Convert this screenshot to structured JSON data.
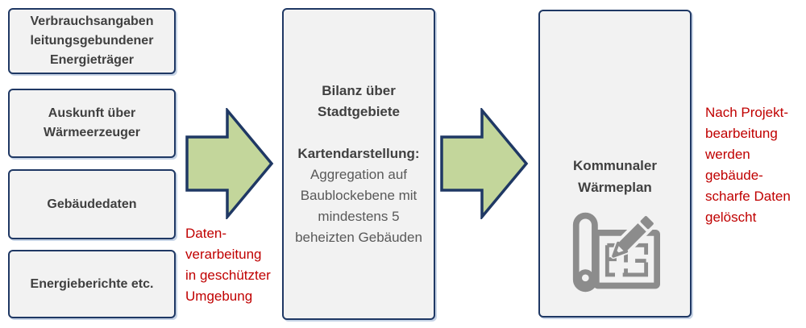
{
  "inputs": [
    "Verbrauchsangaben\nleitungsgebundener\nEnergieträger",
    "Auskunft über\nWärmeerzeuger",
    "Gebäudedaten",
    "Energieberichte etc."
  ],
  "process": {
    "title": "Bilanz über\nStadtgebiete",
    "subtitle": "Kartendarstellung:",
    "body": "Aggregation auf\nBaublockebene mit\nmindestens 5\nbeheizten Gebäuden"
  },
  "output": {
    "title": "Kommunaler\nWärmeplan",
    "icon": "blueprint-pencil-icon"
  },
  "notes": {
    "processing": "Daten-\nverarbeitung\nin geschützter\nUmgebung",
    "deletion": "Nach Projekt-\nbearbeitung\nwerden\ngebäude-\nscharfe Daten\ngelöscht"
  },
  "icons": {
    "flow_arrow": "flow-arrow-icon",
    "output_icon": "blueprint-pencil-icon"
  },
  "colors": {
    "box_background": "#f2f2f2",
    "box_border": "#1f3864",
    "arrow_fill": "#c3d69b",
    "arrow_border": "#1f3864",
    "label_text": "#404040",
    "body_text": "#595959",
    "note_text": "#c00000",
    "icon_gray": "#8c8c8c"
  }
}
